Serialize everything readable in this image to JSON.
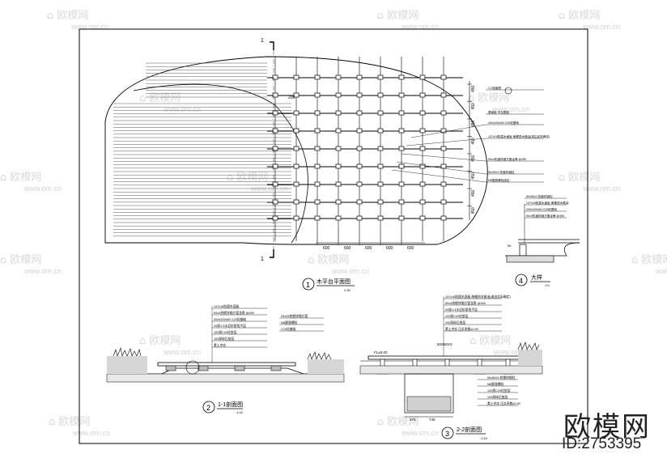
{
  "watermark": {
    "brand_cn": "欧模网",
    "site": "www.om.cn"
  },
  "brand": {
    "name": "欧模网",
    "id": "ID:2753395"
  },
  "plan": {
    "title": "木平台平面图",
    "number": "1",
    "scale": "1:30",
    "section_mark": "1",
    "dims_vertical": [
      "450",
      "450",
      "450",
      "450",
      "450",
      "450",
      "450",
      "450"
    ],
    "dims_horizontal": [
      "600",
      "600",
      "600",
      "600",
      "600"
    ],
    "dim_top": "200",
    "notes": [
      "2-2剖面图",
      "基础板  详见图纸",
      "200x200x60  C20砼基础",
      "137x18防腐木面板 刷硬质木蜡油(或由实际确定)",
      "50x4热镀锌钢方管龙骨 @450",
      "50x50x3  热镀锌钢柱",
      "M8膨胀螺栓固定"
    ]
  },
  "detail4": {
    "number": "4",
    "title": "大样",
    "scale": "1:5",
    "notes": [
      "50x50x3  热镀锌钢柱",
      "137x18防腐木面板 刷硬质木蜡油",
      "200x200x60  C20砼基础",
      "50x4热镀锌钢方管龙骨 @450"
    ],
    "dim": "50"
  },
  "section1": {
    "number": "2",
    "title": "1-1剖面图",
    "scale": "1:15",
    "notes": [
      "137x18防腐木面板",
      "50x4热镀锌钢方管龙骨 @450",
      "200x200x60  C20砼基础",
      "20厚1:3水泥砂浆找平层",
      "100厚C20砼垫层",
      "100厚碎石垫层",
      "素土夯实"
    ],
    "right_notes": [
      "25x25热镀锌钢方管",
      "M8膨胀螺栓",
      "C20砼基础"
    ]
  },
  "section2": {
    "number": "3",
    "title": "2-2剖面图",
    "scale": "1:15",
    "level": "FL±0.00",
    "notes": [
      "137x18防腐木面板 刷硬质木蜡油(或由实际确定)",
      "50x4热镀锌钢方管龙骨 @450",
      "20厚1:3水泥砂浆找平层",
      "120厚C20砼垫层",
      "100厚碎石垫层",
      "素土夯实 压实系数≥0.90"
    ],
    "right_notes": [
      "50x50x3  热镀锌钢柱",
      "M8膨胀螺栓",
      "120厚C20砼垫层",
      "100厚碎石垫层",
      "素土夯实 压实系数≥0.90"
    ],
    "dims_bottom": [
      "370",
      "740"
    ],
    "dim_right": "50X50X3"
  }
}
